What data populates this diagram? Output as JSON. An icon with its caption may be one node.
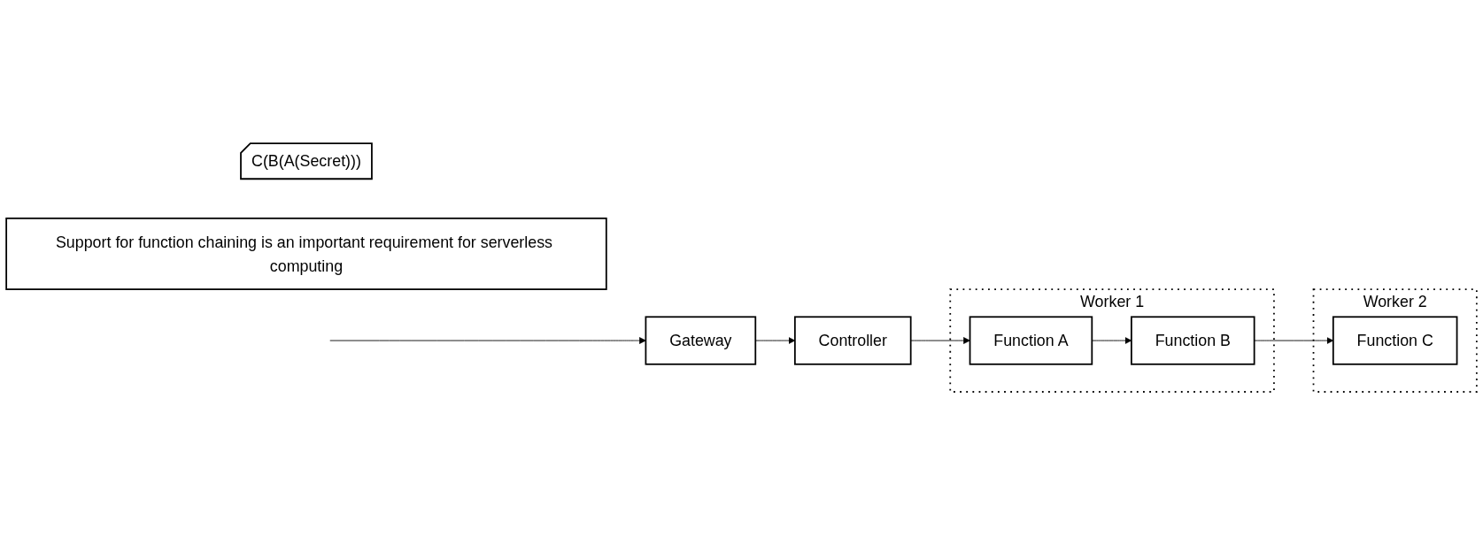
{
  "diagram": {
    "nodes": [
      {
        "text": [
          "Gateway"
        ]
      },
      {
        "text": [
          "Controller"
        ]
      },
      {
        "text": [
          "Worker 1"
        ]
      },
      {
        "text": [
          "Function A"
        ],
        "in": 2
      },
      {
        "text": [
          "Function B"
        ],
        "in": 2
      },
      {
        "text": [
          "Worker 2"
        ]
      },
      {
        "text": [
          "Function C"
        ],
        "in": 5
      },
      {
        "text": [
          "C(B(A(Secret)))"
        ]
      },
      {
        "text": [
          "Support for function chaining is an important requirement for serverless computing"
        ]
      }
    ],
    "edges": [
      {
        "from": null,
        "to": 0,
        "arrow": "to"
      },
      {
        "from": 0,
        "to": 1,
        "arrow": "to"
      },
      {
        "from": 1,
        "to": 3,
        "arrow": "to"
      },
      {
        "from": 3,
        "to": 4,
        "arrow": "to"
      },
      {
        "from": 4,
        "to": 6,
        "arrow": "to"
      }
    ]
  }
}
